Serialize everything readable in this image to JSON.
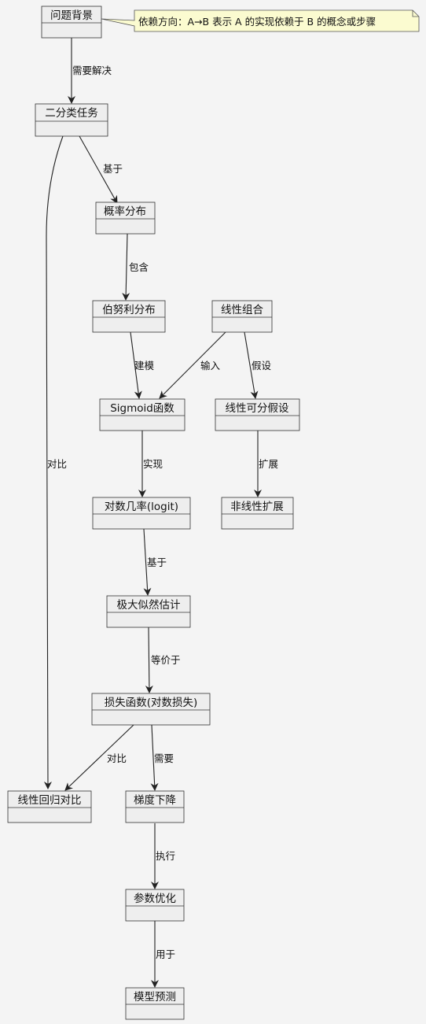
{
  "note": "依赖方向：A→B 表示 A 的实现依赖于 B 的概念或步骤",
  "nodes": {
    "background": "问题背景",
    "binary_task": "二分类任务",
    "prob_dist": "概率分布",
    "bernoulli": "伯努利分布",
    "linear_combo": "线性组合",
    "sigmoid": "Sigmoid函数",
    "linear_separable": "线性可分假设",
    "logit": "对数几率(logit)",
    "nonlinear_ext": "非线性扩展",
    "mle": "极大似然估计",
    "loss": "损失函数(对数损失)",
    "linreg_compare": "线性回归对比",
    "grad_desc": "梯度下降",
    "param_opt": "参数优化",
    "predict": "模型预测"
  },
  "edges": [
    {
      "from": "background",
      "to": "binary_task",
      "label": "需要解决"
    },
    {
      "from": "binary_task",
      "to": "prob_dist",
      "label": "基于"
    },
    {
      "from": "binary_task",
      "to": "linreg_compare",
      "label": "对比"
    },
    {
      "from": "prob_dist",
      "to": "bernoulli",
      "label": "包含"
    },
    {
      "from": "bernoulli",
      "to": "sigmoid",
      "label": "建模"
    },
    {
      "from": "linear_combo",
      "to": "sigmoid",
      "label": "输入"
    },
    {
      "from": "linear_combo",
      "to": "linear_separable",
      "label": "假设"
    },
    {
      "from": "sigmoid",
      "to": "logit",
      "label": "实现"
    },
    {
      "from": "linear_separable",
      "to": "nonlinear_ext",
      "label": "扩展"
    },
    {
      "from": "logit",
      "to": "mle",
      "label": "基于"
    },
    {
      "from": "mle",
      "to": "loss",
      "label": "等价于"
    },
    {
      "from": "loss",
      "to": "linreg_compare",
      "label": "对比"
    },
    {
      "from": "loss",
      "to": "grad_desc",
      "label": "需要"
    },
    {
      "from": "grad_desc",
      "to": "param_opt",
      "label": "执行"
    },
    {
      "from": "param_opt",
      "to": "predict",
      "label": "用于"
    }
  ]
}
